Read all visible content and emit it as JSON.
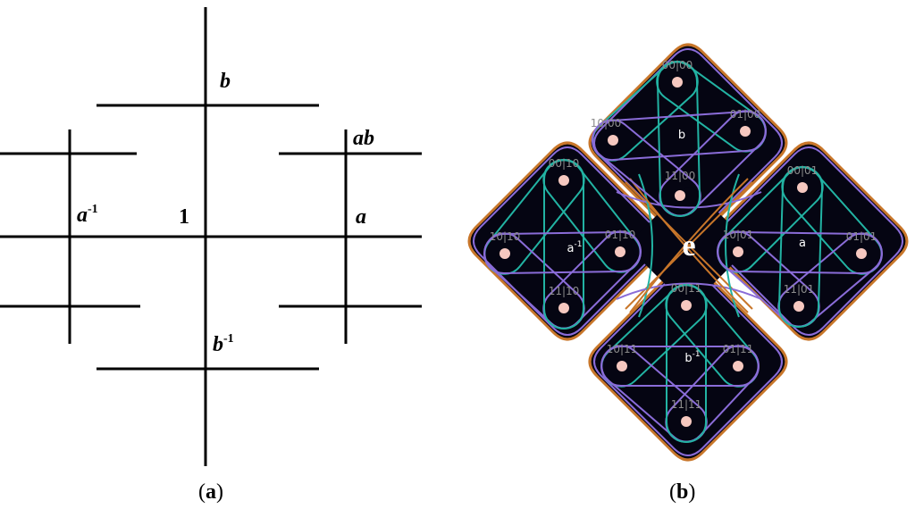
{
  "panel_a": {
    "caption_open": "(",
    "caption_letter": "a",
    "caption_close": ")",
    "labels": {
      "b": "b",
      "ab": "ab",
      "a_inv_base": "a",
      "a_inv_exp": "-1",
      "one": "1",
      "a": "a",
      "b_inv_base": "b",
      "b_inv_exp": "-1"
    }
  },
  "panel_b": {
    "caption_open": "(",
    "caption_letter": "b",
    "caption_close": ")",
    "center_label": "e",
    "colors": {
      "background": "#000000",
      "diamond_fill": "#050512",
      "orange_outline": "#c8762a",
      "purple_loop": "#8a6cd8",
      "teal_loop": "#22b3a3",
      "node": "#f6c8c0",
      "node_label": "#8c8c8c",
      "group_label": "#ffffff"
    },
    "clusters": [
      {
        "name": "top",
        "group_label_base": "b",
        "group_label_exp": "",
        "nodes": [
          "00|00",
          "10|00",
          "01|00",
          "11|00"
        ]
      },
      {
        "name": "left",
        "group_label_base": "a",
        "group_label_exp": "-1",
        "nodes": [
          "00|10",
          "10|10",
          "01|10",
          "11|10"
        ]
      },
      {
        "name": "right",
        "group_label_base": "a",
        "group_label_exp": "",
        "nodes": [
          "00|01",
          "10|01",
          "01|01",
          "11|01"
        ]
      },
      {
        "name": "bottom",
        "group_label_base": "b",
        "group_label_exp": "-1",
        "nodes": [
          "00|11",
          "10|11",
          "01|11",
          "11|11"
        ]
      }
    ]
  }
}
